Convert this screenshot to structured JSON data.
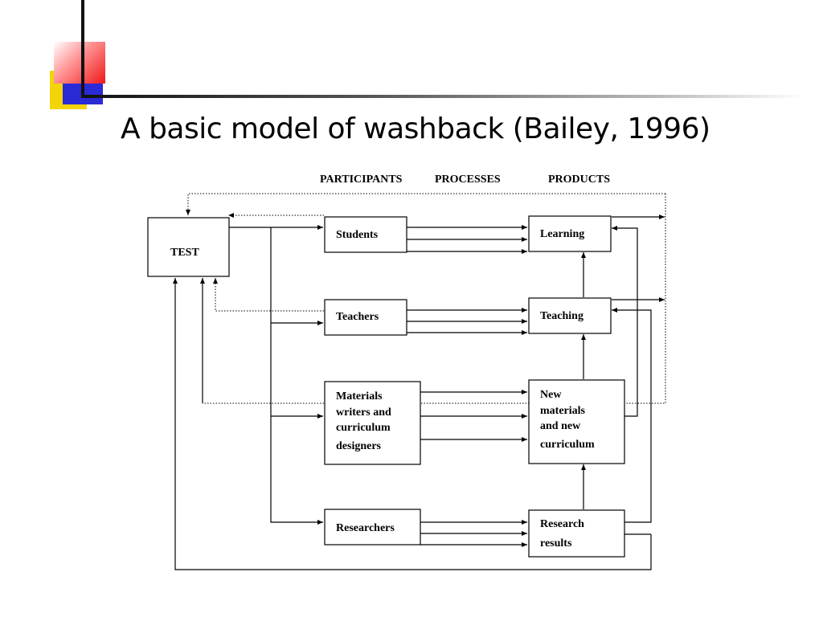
{
  "title": "A basic model of washback (Bailey, 1996)",
  "headers": {
    "participants": "PARTICIPANTS",
    "processes": "PROCESSES",
    "products": "PRODUCTS"
  },
  "nodes": {
    "test": "TEST",
    "students": "Students",
    "teachers": "Teachers",
    "materials_writers": [
      "Materials",
      "writers and",
      "curriculum",
      "designers"
    ],
    "researchers": "Researchers",
    "learning": "Learning",
    "teaching": "Teaching",
    "new_materials": [
      "New",
      "materials",
      "and new",
      "curriculum"
    ],
    "research_results": [
      "Research",
      "results"
    ]
  },
  "colors": {
    "accent_red": "#f01818",
    "accent_blue": "#2a2ad6",
    "accent_yellow": "#f3d40a"
  }
}
